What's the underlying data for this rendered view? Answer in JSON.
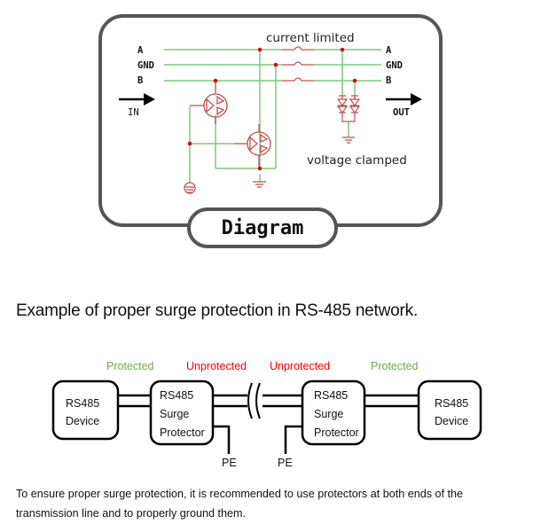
{
  "schematic": {
    "badge_label": "Diagram",
    "top_annotation": "current limited",
    "bottom_annotation": "voltage clamped",
    "input_lines": [
      "A",
      "GND",
      "B"
    ],
    "output_lines": [
      "A",
      "GND",
      "B"
    ],
    "input_arrow_label": "IN",
    "output_arrow_label": "OUT",
    "colors": {
      "frame": "#555555",
      "wire": "#7ec87e",
      "component": "#c0504d",
      "junction": "#cc1111"
    }
  },
  "section_heading": "Example of proper surge protection in RS-485 network.",
  "network": {
    "zones": [
      {
        "label": "Protected",
        "color": "#70ad47"
      },
      {
        "label": "Unprotected",
        "color": "#ff0000"
      },
      {
        "label": "Unprotected",
        "color": "#ff0000"
      },
      {
        "label": "Protected",
        "color": "#70ad47"
      }
    ],
    "left_device": {
      "line1": "RS485",
      "line2": "Device"
    },
    "left_protector": {
      "line1": "RS485",
      "line2": "Surge",
      "line3": "Protector"
    },
    "right_protector": {
      "line1": "RS485",
      "line2": "Surge",
      "line3": "Protector"
    },
    "right_device": {
      "line1": "RS485",
      "line2": "Device"
    },
    "left_ground_label": "PE",
    "right_ground_label": "PE"
  },
  "footnote": "To ensure proper surge protection, it is recommended to use protectors at both ends of the transmission line and to properly ground them."
}
